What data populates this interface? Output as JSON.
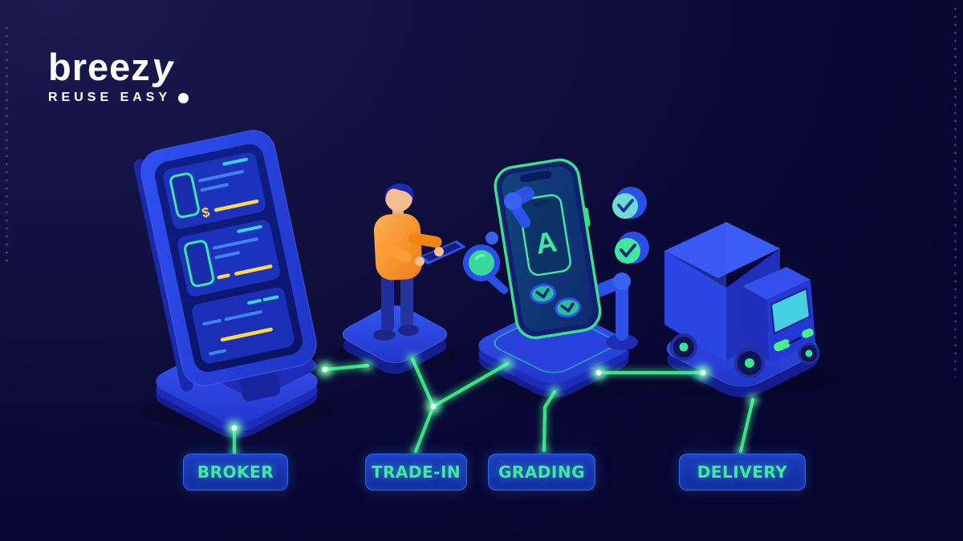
{
  "brand": {
    "name_head": "breez",
    "name_tail": "y",
    "tagline": "REUSE EASY"
  },
  "steps": [
    {
      "label": "BROKER",
      "illustration": "listing-kiosk-on-platform"
    },
    {
      "label": "TRADE-IN",
      "illustration": "person-holding-tablet-on-platform"
    },
    {
      "label": "GRADING",
      "illustration": "phone-inspected-by-robot-arms"
    },
    {
      "label": "DELIVERY",
      "illustration": "box-truck-on-platform"
    }
  ],
  "broker": {
    "price_symbol": "$"
  },
  "grading": {
    "grade_letter": "A"
  },
  "colors": {
    "background": "#0c0b3c",
    "connector_green": "#38e387",
    "label_text_green": "#41e9a0",
    "accent_mint": "#3ee89c",
    "accent_teal": "#38d4e4",
    "accent_yellow": "#ffd84a",
    "platform_blue": "#2b46e2",
    "shirt_orange": "#f5882a",
    "logo_white": "#ffffff"
  }
}
